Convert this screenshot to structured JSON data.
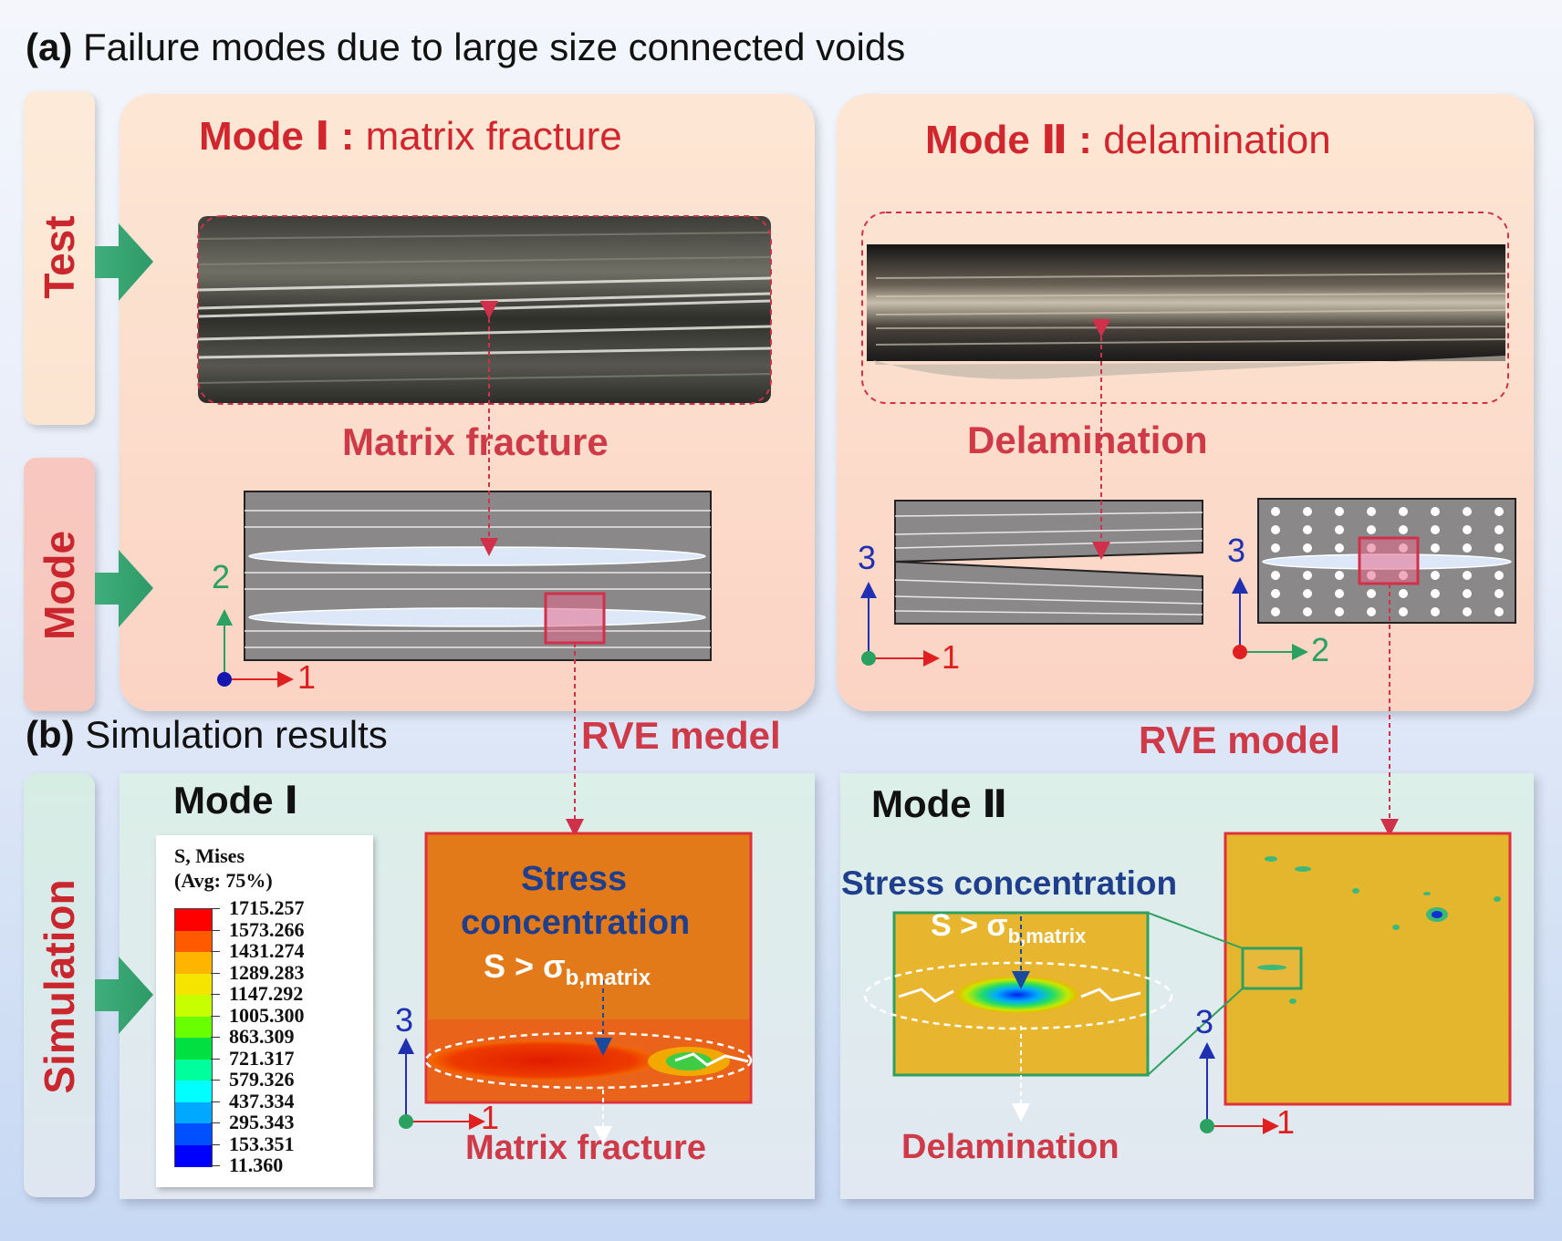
{
  "section_a": {
    "label": "(a)",
    "text": " Failure modes due to large size connected voids"
  },
  "section_b": {
    "label": "(b)",
    "text": " Simulation results"
  },
  "side_tabs": {
    "test": "Test",
    "mode": "Mode",
    "simulation": "Simulation"
  },
  "mode1": {
    "title_bold": "Mode Ⅰ :",
    "title_rest": " matrix fracture",
    "photo_label": "Matrix fracture",
    "axis_vertical": "2",
    "axis_horizontal": "1",
    "rve_label": "RVE medel"
  },
  "mode2": {
    "title_bold": "Mode Ⅱ :",
    "title_rest": " delamination",
    "photo_label": "Delamination",
    "axis_left_vertical": "3",
    "axis_left_horizontal": "1",
    "axis_right_vertical": "3",
    "axis_right_horizontal": "2",
    "rve_label": "RVE model"
  },
  "sim1": {
    "title": "Mode Ⅰ",
    "stress_line1": "Stress",
    "stress_line2": "concentration",
    "criterion_main": "S > σ",
    "criterion_sub": "b,matrix",
    "axis_vertical": "3",
    "axis_horizontal": "1",
    "result_label": "Matrix fracture"
  },
  "sim2": {
    "title": "Mode Ⅱ",
    "stress_label": "Stress concentration",
    "criterion_main": "S > σ",
    "criterion_sub": "b,matrix",
    "axis_vertical": "3",
    "axis_horizontal": "1",
    "result_label": "Delamination"
  },
  "legend": {
    "title_line1": "S, Mises",
    "title_line2": "(Avg: 75%)",
    "values": [
      "1715.257",
      "1573.266",
      "1431.274",
      "1289.283",
      "1147.292",
      "1005.300",
      "863.309",
      "721.317",
      "579.326",
      "437.334",
      "295.343",
      "153.351",
      "11.360"
    ],
    "colors": [
      "#ff0000",
      "#ff5a00",
      "#ffb400",
      "#f5e400",
      "#c8ff00",
      "#6aff00",
      "#00e040",
      "#00ff9c",
      "#00ffff",
      "#00a8ff",
      "#0050ff",
      "#0000ff"
    ]
  },
  "colors": {
    "accent_red": "#d2262f",
    "arrow_green": "#35a572",
    "axis_blue": "#1f2aa8",
    "axis_green": "#2aa160"
  }
}
